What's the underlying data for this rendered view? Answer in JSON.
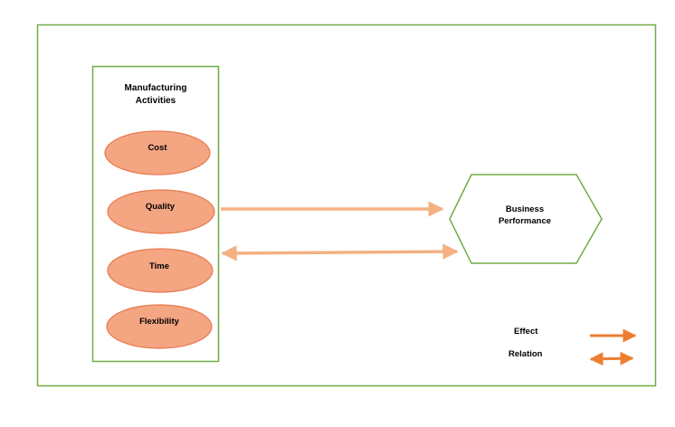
{
  "colors": {
    "frame": "#70ad47",
    "ellipse_fill": "#f4a582",
    "ellipse_stroke": "#e87b4f",
    "arrow_light": "#f4b183",
    "arrow_dark": "#ed7d31"
  },
  "activities": {
    "title_line1": "Manufacturing",
    "title_line2": "Activities",
    "items": [
      "Cost",
      "Quality",
      "Time",
      "Flexibility"
    ]
  },
  "performance": {
    "line1": "Business",
    "line2": "Performance"
  },
  "legend": {
    "effect_label": "Effect",
    "relation_label": "Relation"
  }
}
